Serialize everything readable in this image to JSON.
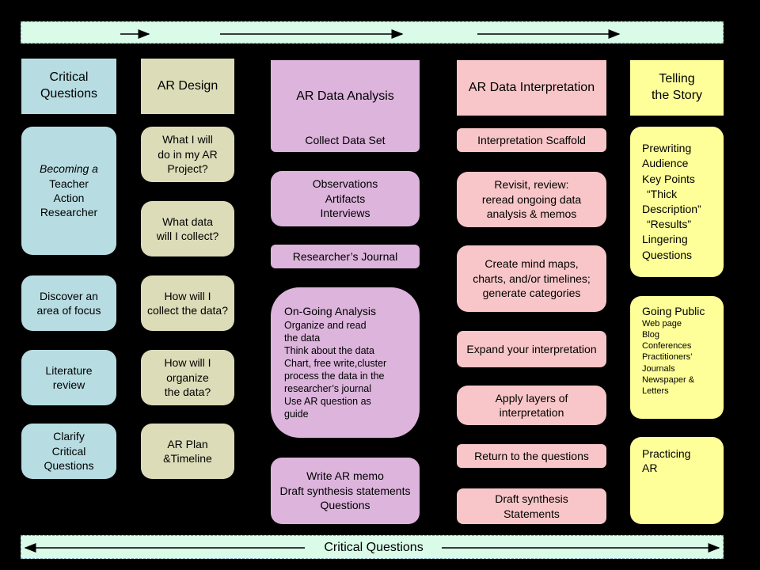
{
  "columns": {
    "critical_questions": {
      "header": [
        "Critical",
        "Questions"
      ],
      "items": [
        [
          "Becoming a",
          "Teacher",
          "Action",
          "Researcher"
        ],
        [
          "Discover an",
          "area of focus"
        ],
        [
          "Literature",
          "review"
        ],
        [
          "Clarify",
          "Critical",
          "Questions"
        ]
      ]
    },
    "ar_design": {
      "header": [
        "AR Design"
      ],
      "items": [
        [
          "What I will",
          "do in my AR",
          "Project?"
        ],
        [
          "What data",
          "will I collect?"
        ],
        [
          "How will I",
          "collect the data?"
        ],
        [
          "How will I",
          "organize",
          "the data?"
        ],
        [
          "AR Plan",
          "&Timeline"
        ]
      ]
    },
    "ar_data_analysis": {
      "header": [
        "AR Data Analysis"
      ],
      "items": [
        [
          "Collect Data Set"
        ],
        [
          "Observations",
          "Artifacts",
          "Interviews"
        ],
        [
          "Researcher’s Journal"
        ],
        [
          "On-Going Analysis",
          "Organize and read",
          "the data",
          "Think about the data",
          "Chart, free write,cluster",
          "process the data in the",
          "researcher’s journal",
          "Use AR question as",
          "guide"
        ],
        [
          "Write AR memo",
          "Draft synthesis statements",
          "Questions"
        ]
      ]
    },
    "ar_data_interpretation": {
      "header": [
        "AR Data Interpretation"
      ],
      "items": [
        [
          "Interpretation Scaffold"
        ],
        [
          "Revisit, review:",
          "reread ongoing data",
          "analysis & memos"
        ],
        [
          "Create mind maps,",
          "charts, and/or timelines;",
          "generate categories"
        ],
        [
          "Expand your interpretation"
        ],
        [
          "Apply layers of",
          "interpretation"
        ],
        [
          "Return to the questions"
        ],
        [
          "Draft synthesis",
          "Statements"
        ]
      ]
    },
    "telling_the_story": {
      "header": [
        "Telling",
        "the Story"
      ],
      "items": [
        [
          "Prewriting",
          "Audience",
          "Key Points",
          "“Thick",
          "Description”",
          "“Results”",
          "Lingering",
          "Questions"
        ],
        [
          "Going Public",
          "Web page",
          "Blog",
          "Conferences",
          "Practitioners’",
          "Journals",
          "Newspaper &",
          "Letters"
        ],
        [
          "Practicing",
          "AR"
        ]
      ]
    }
  },
  "bottom_band": {
    "label": "Critical Questions"
  }
}
